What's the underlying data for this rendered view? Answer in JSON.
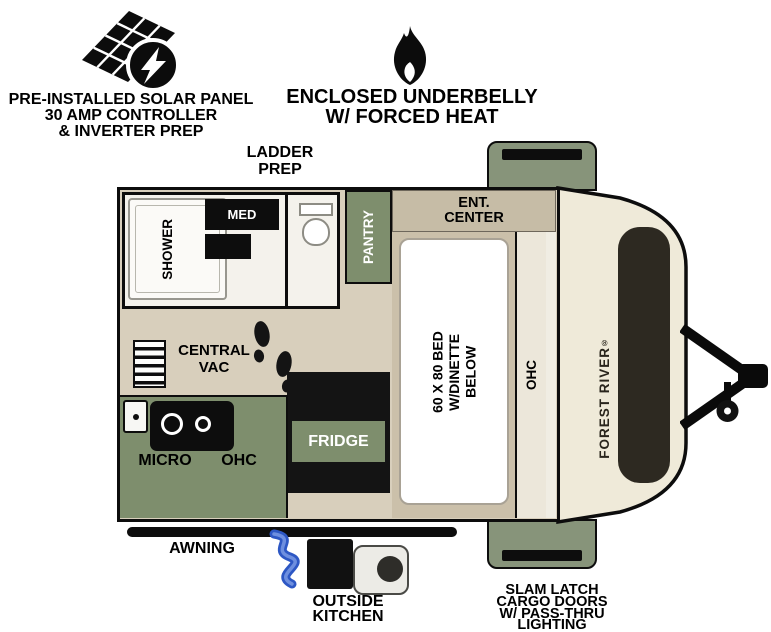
{
  "colors": {
    "sage_green": "#7e8e6d",
    "tab_green": "#87947a",
    "floor_beige": "#d8cfbc",
    "bed_platform_tan": "#cbc0aa",
    "front_cap_cream": "#efead9",
    "window_dark": "#2d2921",
    "hose_blue": "#2d57c4",
    "ink_black": "#0d0d0d"
  },
  "callouts": {
    "solar": {
      "icon": "solar-panel-icon",
      "lines": [
        "PRE-INSTALLED SOLAR PANEL",
        "30 AMP CONTROLLER",
        "& INVERTER PREP"
      ]
    },
    "underbelly": {
      "icon": "flame-icon",
      "lines": [
        "ENCLOSED UNDERBELLY",
        "W/ FORCED HEAT"
      ]
    },
    "ladder": {
      "lines": [
        "LADDER",
        "PREP"
      ]
    },
    "awning": {
      "label": "AWNING"
    },
    "outside_kitchen": {
      "lines": [
        "OUTSIDE",
        "KITCHEN"
      ]
    },
    "cargo_doors": {
      "lines": [
        "SLAM LATCH",
        "CARGO DOORS",
        "W/ PASS-THRU",
        "LIGHTING"
      ]
    }
  },
  "floorplan": {
    "shower_label": "SHOWER",
    "med_label": "MED",
    "pantry_label": "PANTRY",
    "ent_center_lines": [
      "ENT.",
      "CENTER"
    ],
    "bed_lines": [
      "60 X 80 BED",
      "W/DINETTE",
      "BELOW"
    ],
    "ohc_bed_label": "OHC",
    "central_vac_lines": [
      "CENTRAL",
      "VAC"
    ],
    "fridge_label": "FRIDGE",
    "micro_label": "MICRO",
    "ohc_kitchen_label": "OHC",
    "brand_label": "FOREST RIVER",
    "brand_reg_mark": "®"
  }
}
